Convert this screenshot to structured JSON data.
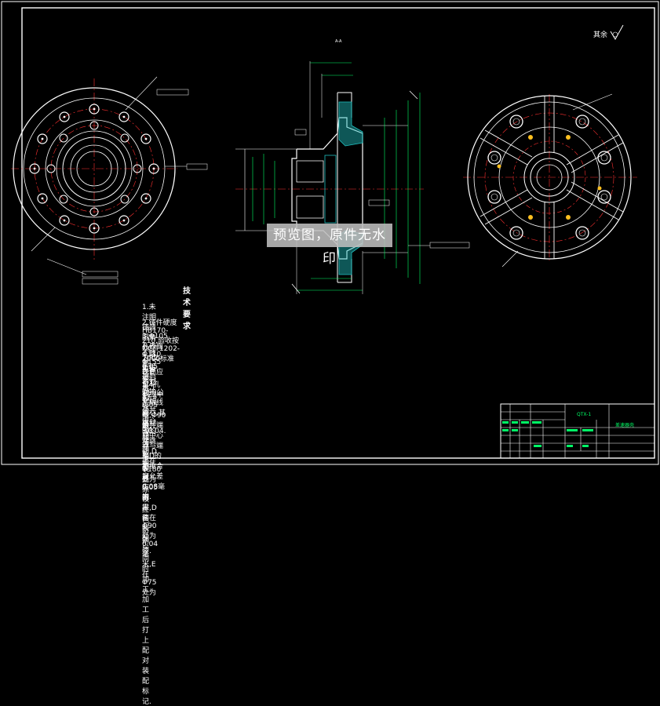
{
  "sheet": {
    "corner_mark": "其余",
    "section_label": "A-A"
  },
  "notes": {
    "title": "技术要求",
    "lines": [
      "1.未注明铸造圆角处均为R2-3,拔模斜度1°-3°.",
      "2.铸件硬度HB170-210,验收按QC/T1202-2000标准执行.",
      "3.Φ105孔表面 Φ110 Φ155表面应各对Φ90公共轴线同心,其跳动≤0.04.",
      "4.端面D.E与T.对于Φ90公共中心的的端跳动,D面在Φ180处为0.05毫米,D面在Φ90处为0.04毫米,E在Φ75处为",
      "0.05毫米,T为0.05毫米.",
      "5.4孔Φ22中心线,Φ90公共端面中心点与端面D的不重合度允差0.08毫米.",
      "6.注*的尺寸与相对应的零件装配后同时加工,加工后打上配对装配标记.",
      "7.去飞边毛刺.",
      "8.非加工表面涂以红色防锈漆."
    ]
  },
  "title_block": {
    "drawing_no": "QTX-1",
    "part_name": "差速器壳"
  },
  "watermark": "预览图，原件无水印",
  "colors": {
    "background": "#000000",
    "outline": "#ffffff",
    "centerline": "#ff3030",
    "dimension": "#00ff66",
    "hatch": "#20c0c0",
    "accent": "#ffc020",
    "watermark_bg": "#bebebe"
  }
}
